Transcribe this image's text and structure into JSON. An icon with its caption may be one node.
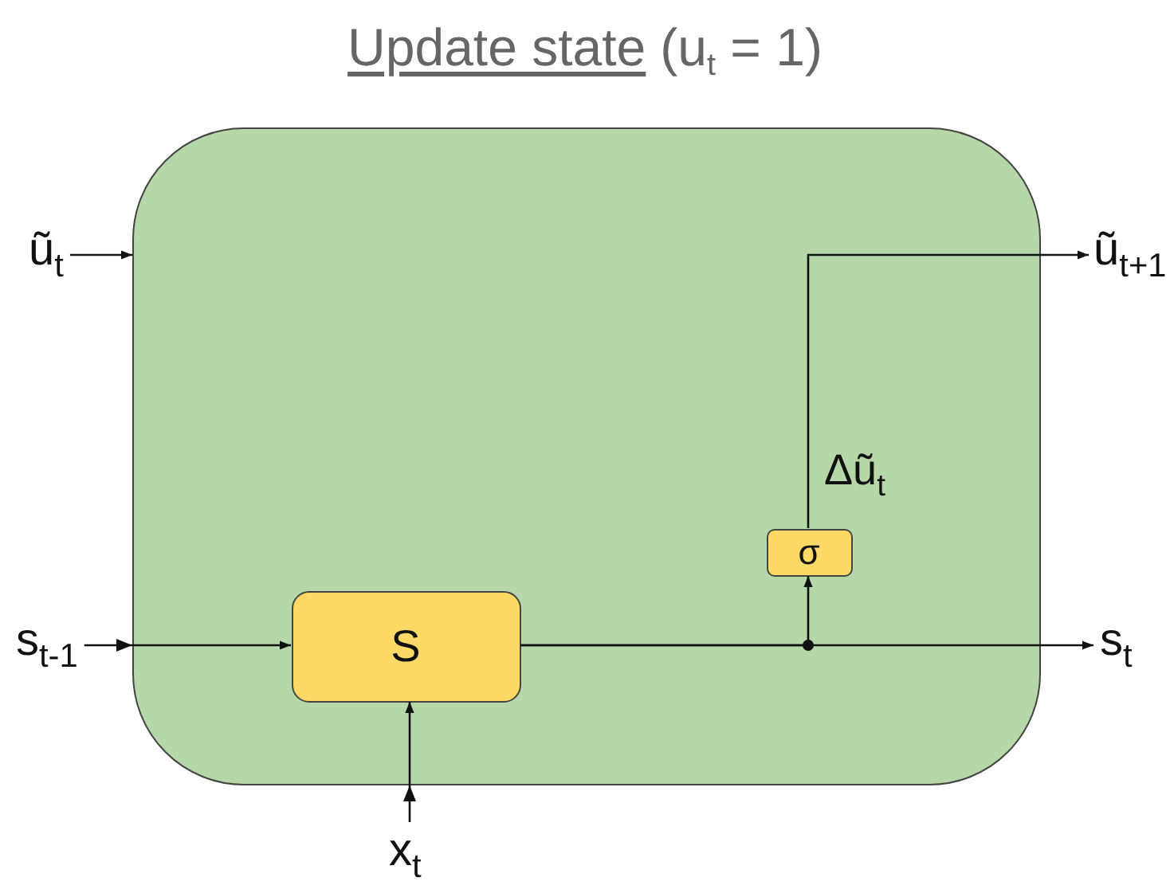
{
  "diagram": {
    "title": "Update state",
    "nodes": [
      {
        "text": [],
        "shape": "box"
      },
      {
        "text": [
          "S"
        ],
        "in": 0
      },
      {
        "text": [
          "σ"
        ],
        "in": 0
      },
      {
        "text": [
          "ũ$_{t}$"
        ]
      },
      {
        "text": [
          "ũ$_{t+1}$"
        ]
      },
      {
        "text": [
          "s$_{t-1}$"
        ]
      },
      {
        "text": [
          "s$_{t}$"
        ]
      },
      {
        "text": [
          "x$_{t}$"
        ]
      }
    ],
    "edges": [
      {
        "from": 3,
        "to": 0,
        "arrow": "to"
      },
      {
        "from": 2,
        "to": 4,
        "arrow": "to",
        "label": "Δũ$_{t}$"
      },
      {
        "from": 5,
        "to": 1,
        "arrow": "to"
      },
      {
        "from": 1,
        "to": 6,
        "arrow": "to"
      },
      {
        "from": 1,
        "to": 2,
        "arrow": "to"
      },
      {
        "from": 7,
        "to": 1,
        "arrow": "to"
      }
    ],
    "labels": [
      "(u$_{t}$ = 1)"
    ]
  }
}
